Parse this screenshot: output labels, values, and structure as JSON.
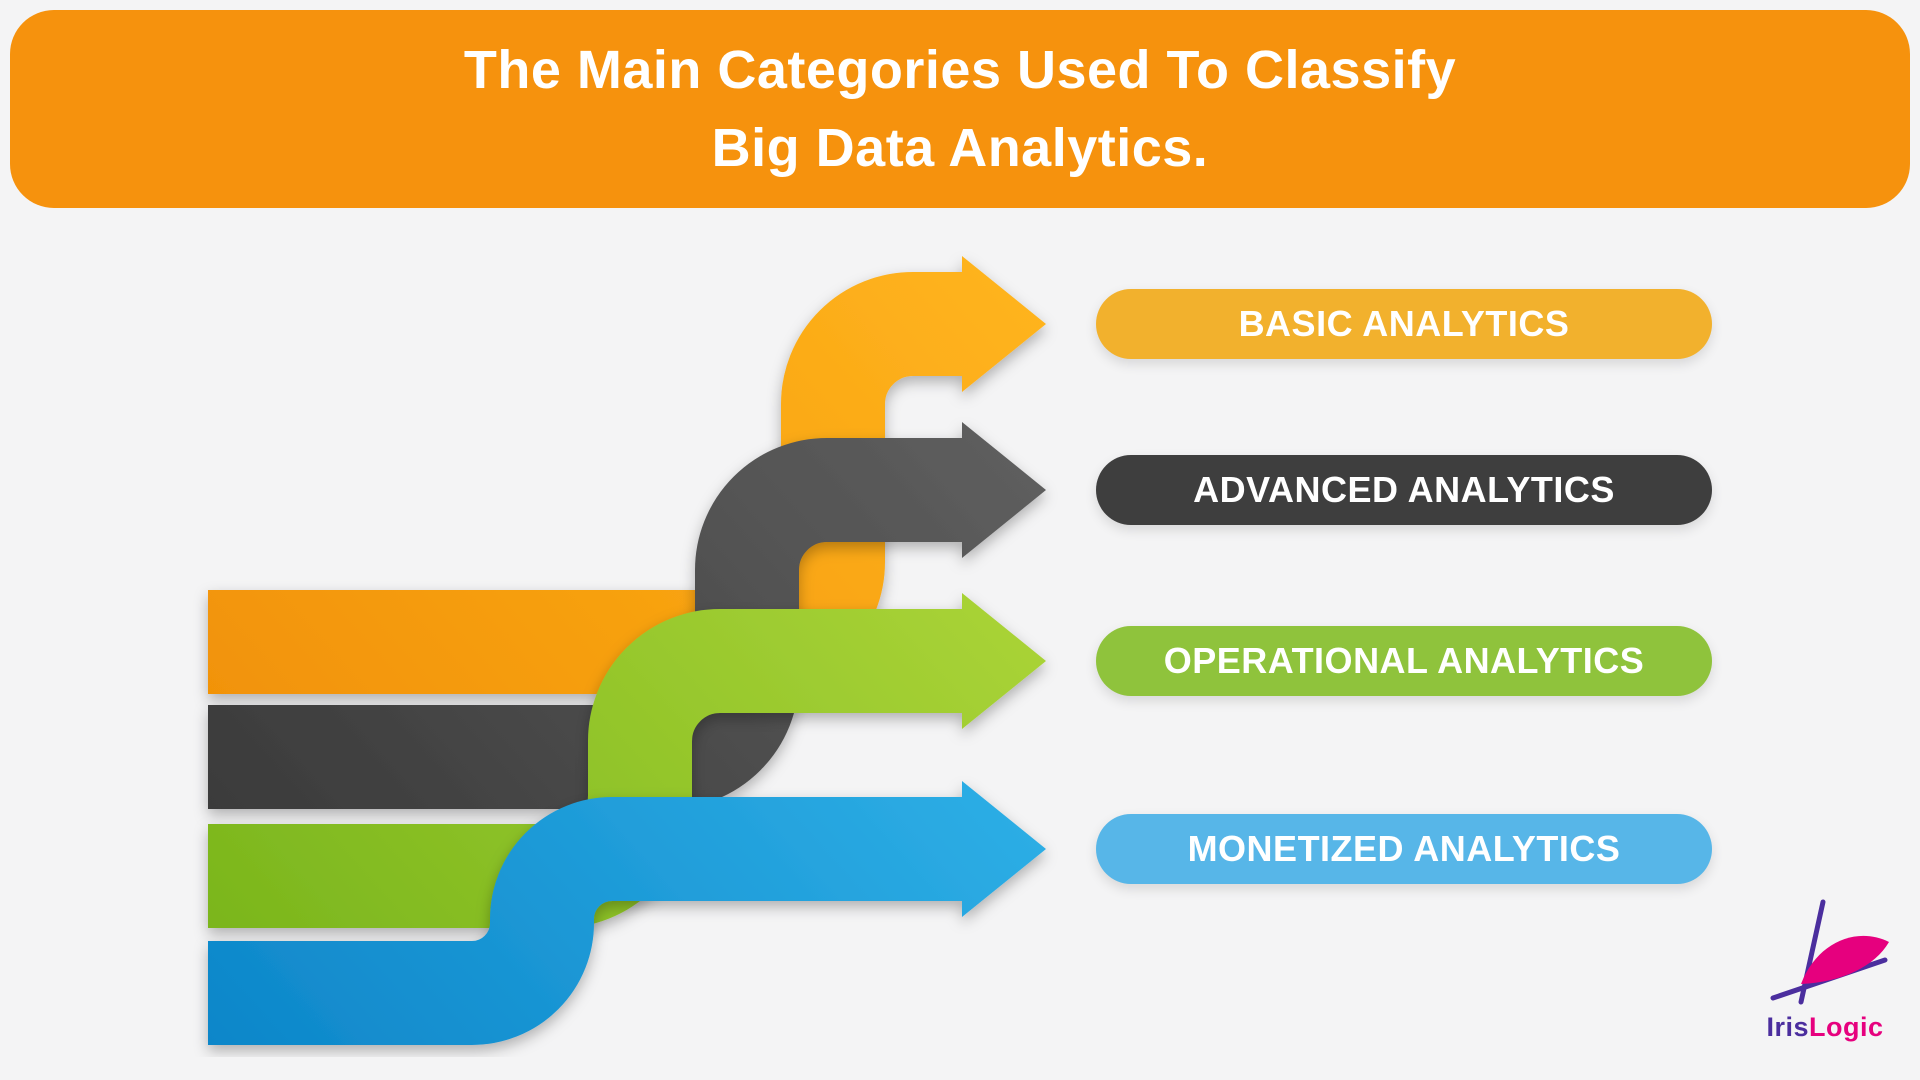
{
  "background_color": "#F4F4F5",
  "banner": {
    "title_line1": "The Main Categories Used To Classify",
    "title_line2": "Big Data Analytics.",
    "bg_color": "#F6920D",
    "text_color": "#FFFFFF"
  },
  "categories": [
    {
      "label": "BASIC ANALYTICS",
      "pill_color": "#F2B12D",
      "ribbon_color_dark": "#EE8A00",
      "ribbon_color_light": "#FFB41E"
    },
    {
      "label": "ADVANCED ANALYTICS",
      "pill_color": "#3E3E3E",
      "ribbon_color_dark": "#343434",
      "ribbon_color_light": "#636363"
    },
    {
      "label": "OPERATIONAL ANALYTICS",
      "pill_color": "#8FC33C",
      "ribbon_color_dark": "#76B31A",
      "ribbon_color_light": "#B6DB3E"
    },
    {
      "label": "MONETIZED ANALYTICS",
      "pill_color": "#57B6E8",
      "ribbon_color_dark": "#0D86C9",
      "ribbon_color_light": "#3CC0F2"
    }
  ],
  "logo": {
    "text_primary": "Iris",
    "text_secondary": "Logic",
    "primary_color": "#4B2E9E",
    "secondary_color": "#E6007E"
  }
}
